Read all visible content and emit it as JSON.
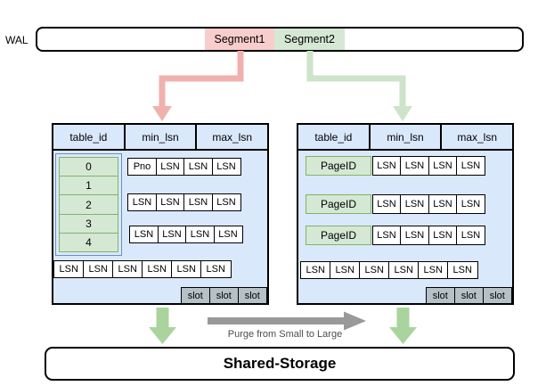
{
  "wal": {
    "label": "WAL",
    "segment1": "Segment1",
    "segment2": "Segment2"
  },
  "left_table": {
    "headers": [
      "table_id",
      "min_lsn",
      "max_lsn"
    ],
    "index_values": [
      "0",
      "1",
      "2",
      "3",
      "4"
    ],
    "row_a": [
      "Pno",
      "LSN",
      "LSN",
      "LSN"
    ],
    "row_b": [
      "LSN",
      "LSN",
      "LSN",
      "LSN"
    ],
    "row_c": [
      "LSN",
      "LSN",
      "LSN",
      "LSN"
    ],
    "bottom_row": [
      "LSN",
      "LSN",
      "LSN",
      "LSN",
      "LSN",
      "LSN"
    ],
    "slots": [
      "slot",
      "slot",
      "slot"
    ]
  },
  "right_table": {
    "headers": [
      "table_id",
      "min_lsn",
      "max_lsn"
    ],
    "page_rows": [
      {
        "key": "PageID",
        "lsns": [
          "LSN",
          "LSN",
          "LSN",
          "LSN"
        ]
      },
      {
        "key": "PageID",
        "lsns": [
          "LSN",
          "LSN",
          "LSN",
          "LSN"
        ]
      },
      {
        "key": "PageID",
        "lsns": [
          "LSN",
          "LSN",
          "LSN",
          "LSN"
        ]
      }
    ],
    "bottom_row": [
      "LSN",
      "LSN",
      "LSN",
      "LSN",
      "LSN",
      "LSN"
    ],
    "slots": [
      "slot",
      "slot",
      "slot"
    ]
  },
  "purge_label": "Purge from Small to Large",
  "shared_storage": "Shared-Storage",
  "colors": {
    "segment1_fill": "#f8cecc",
    "segment2_fill": "#d5e8d4",
    "table_fill": "#dae8fc",
    "index_fill": "#d5e8d4",
    "index_border": "#82b366",
    "slot_fill": "#b5c1c7",
    "wal_arrow_red": "#f0b1ae",
    "wal_arrow_green": "#cde3ca",
    "down_arrow_green": "#a9d49e",
    "purge_arrow_gray": "#999999"
  }
}
